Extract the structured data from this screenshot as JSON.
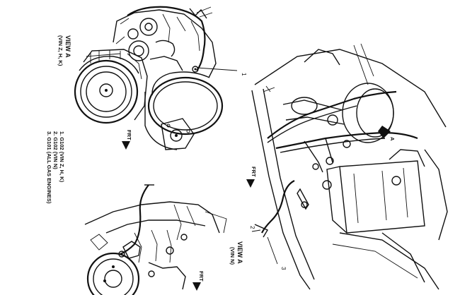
{
  "views": [
    {
      "title": "VIEW A",
      "subtitle": "(VIN Z, H, K)"
    },
    {
      "title": "VIEW A",
      "subtitle": "(VIN N)"
    }
  ],
  "legend": [
    "1. G102 (VIN Z, H, K)",
    "2. G102 (VIN N)",
    "3. G101 (ALL GAS ENGINES)"
  ],
  "front_labels": [
    "FRT",
    "FRT",
    "FRT"
  ],
  "view_pointer": "A",
  "callouts": [
    "1",
    "2",
    "3"
  ],
  "colors": {
    "ink": "#111111",
    "paper": "#ffffff"
  }
}
